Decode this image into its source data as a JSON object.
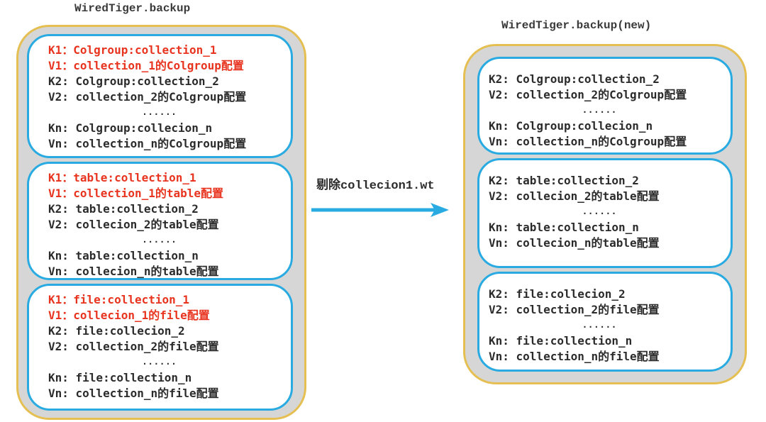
{
  "left": {
    "title": "WiredTiger.backup",
    "boxes": [
      {
        "name": "colgroup-entries-old",
        "lines": [
          "K1：Colgroup:collection_1",
          "V1：collection_1的Colgroup配置",
          "K2: Colgroup:collection_2",
          "V2: collection_2的Colgroup配置",
          "......",
          "Kn: Colgroup:collecion_n",
          "Vn: collection_n的Colgroup配置"
        ]
      },
      {
        "name": "table-entries-old",
        "lines": [
          "K1：table:collection_1",
          "V1：collection_1的table配置",
          "K2: table:collection_2",
          "V2: collecion_2的table配置",
          "......",
          "Kn: table:collection_n",
          "Vn: collecion_n的table配置"
        ]
      },
      {
        "name": "file-entries-old",
        "lines": [
          "K1：file:collection_1",
          "V1：collecion_1的file配置",
          "K2: file:collecion_2",
          "V2: collection_2的file配置",
          "......",
          "Kn: file:collection_n",
          "Vn: collection_n的file配置"
        ]
      }
    ]
  },
  "arrow": {
    "label": "剔除collecion1.wt",
    "color": "#29abe2"
  },
  "right": {
    "title": "WiredTiger.backup(new)",
    "boxes": [
      {
        "name": "colgroup-entries-new",
        "lines": [
          "K2: Colgroup:collection_2",
          "V2: collection_2的Colgroup配置",
          "......",
          "Kn: Colgroup:collecion_n",
          "Vn: collection_n的Colgroup配置"
        ]
      },
      {
        "name": "table-entries-new",
        "lines": [
          "K2: table:collection_2",
          "V2: collecion_2的table配置",
          "......",
          "Kn: table:collection_n",
          "Vn: collecion_n的table配置"
        ]
      },
      {
        "name": "file-entries-new",
        "lines": [
          "K2: file:collecion_2",
          "V2: collection_2的file配置",
          "......",
          "Kn: file:collection_n",
          "Vn: collection_n的file配置"
        ]
      }
    ]
  },
  "colors": {
    "removed_entry_text": "#e8341f",
    "entry_text": "#2b2b2b",
    "box_border": "#29abe2",
    "outer_border": "#e5bf52",
    "outer_fill": "#d6d6d6",
    "arrow": "#29abe2"
  }
}
